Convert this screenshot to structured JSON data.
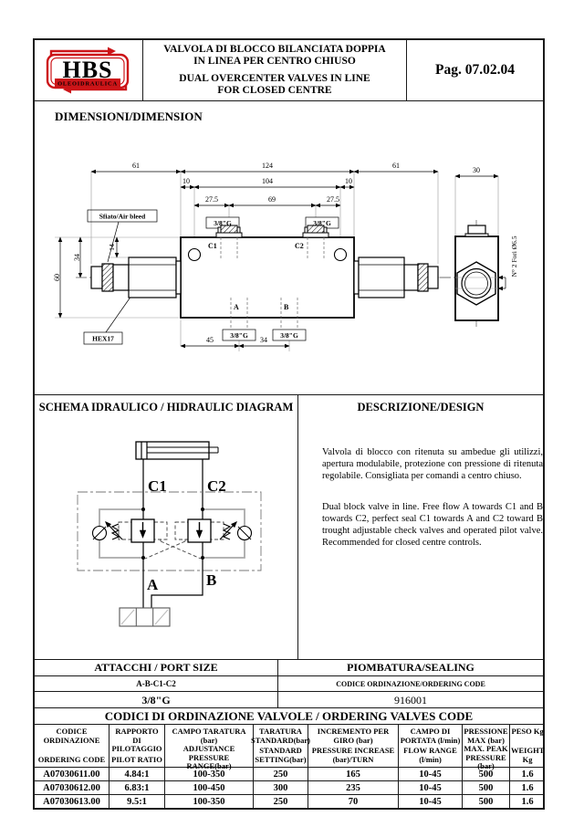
{
  "accent_red": "#cc1418",
  "header": {
    "logo": {
      "text": "HBS",
      "subtext": "OLEOIDRAULICA"
    },
    "title_it_1": "VALVOLA DI BLOCCO BILANCIATA DOPPIA",
    "title_it_2": "IN LINEA PER CENTRO CHIUSO",
    "title_en_1": "DUAL OVERCENTER VALVES IN LINE",
    "title_en_2": "FOR CLOSED CENTRE",
    "page": "Pag. 07.02.04"
  },
  "dimensions_section": {
    "title": "DIMENSIONI/DIMENSION",
    "labels": {
      "air_bleed": "Sfiato/Air bleed",
      "hex17": "HEX17",
      "holes": "N° 2 Fori Ø6.5",
      "g38": "3/8\"G"
    },
    "dims": {
      "d61_left": "61",
      "d124": "124",
      "d61_right": "61",
      "d10_left": "10",
      "d104": "104",
      "d10_right": "10",
      "d27_left": "27.5",
      "d69": "69",
      "d27_right": "27.5",
      "d30": "30",
      "d60": "60",
      "d34_left": "34",
      "d14": "14",
      "d45": "45",
      "d34_bottom": "34"
    },
    "ports": {
      "c1": "C1",
      "c2": "C2",
      "a": "A",
      "b": "B"
    }
  },
  "schema_section": {
    "title": "SCHEMA IDRAULICO / HIDRAULIC DIAGRAM",
    "labels": {
      "c1": "C1",
      "c2": "C2",
      "a": "A",
      "b": "B"
    }
  },
  "description_section": {
    "title": "DESCRIZIONE/DESIGN",
    "paragraph_it": "Valvola di blocco con ritenuta su ambedue gli utilizzi, apertura modulabile, protezione con pressione di ritenuta regolabile. Consigliata per comandi a centro chiuso.",
    "paragraph_en": "Dual block valve in line. Free flow A towards C1 and B towards C2, perfect seal C1 towards A and C2 toward B trought adjustable check valves and operated pilot valve. Recommended for closed centre controls."
  },
  "port_table": {
    "attacchi_title": "ATTACCHI / PORT SIZE",
    "ports": "A-B-C1-C2",
    "size": "3/8\"G",
    "sealing_title": "PIOMBATURA/SEALING",
    "code_label": "CODICE ORDINAZIONE/ORDERING CODE",
    "code_value": "916001"
  },
  "ordering_table": {
    "title": "CODICI DI ORDINAZIONE VALVOLE / ORDERING VALVES CODE",
    "columns": [
      {
        "it": "CODICE ORDINAZIONE",
        "en": "ORDERING CODE"
      },
      {
        "it": "RAPPORTO DI PILOTAGGIO",
        "en": "PILOT RATIO"
      },
      {
        "it": "CAMPO TARATURA (bar)",
        "en": "ADJUSTANCE PRESSURE RANGE(bar)"
      },
      {
        "it": "TARATURA STANDARD(bar)",
        "en": "STANDARD SETTING(bar)"
      },
      {
        "it": "INCREMENTO PER GIRO (bar)",
        "en": "PRESSURE INCREASE (bar)/TURN"
      },
      {
        "it": "CAMPO DI PORTATA (l/min)",
        "en": "FLOW RANGE (l/min)"
      },
      {
        "it": "PRESSIONE MAX (bar)",
        "en": "MAX. PEAK PRESSURE (bar)"
      },
      {
        "it": "PESO Kg",
        "en": "WEIGHT Kg"
      }
    ],
    "rows": [
      [
        "A07030611.00",
        "4.84:1",
        "100-350",
        "250",
        "165",
        "10-45",
        "500",
        "1.6"
      ],
      [
        "A07030612.00",
        "6.83:1",
        "100-450",
        "300",
        "235",
        "10-45",
        "500",
        "1.6"
      ],
      [
        "A07030613.00",
        "9.5:1",
        "100-350",
        "250",
        "70",
        "10-45",
        "500",
        "1.6"
      ]
    ]
  }
}
